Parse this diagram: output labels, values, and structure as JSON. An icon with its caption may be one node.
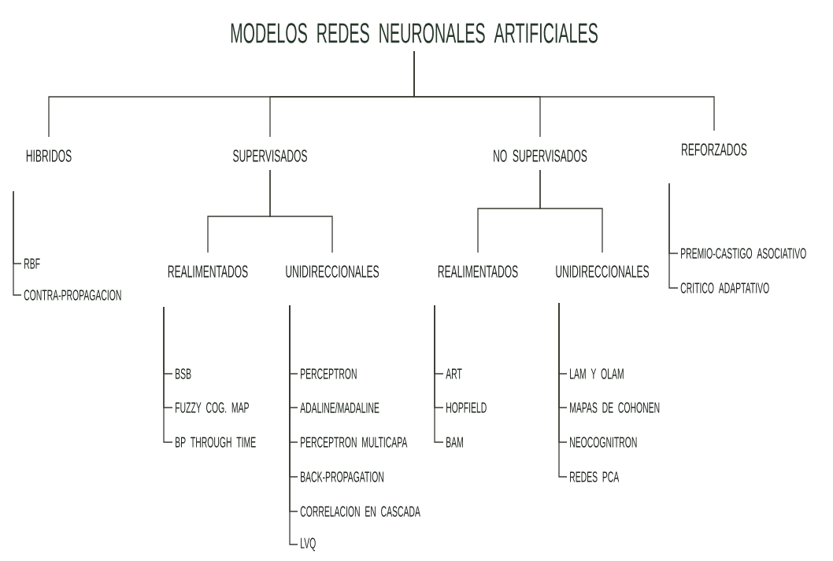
{
  "diagram": {
    "nodes": [
      {
        "text": [
          "MODELOS REDES NEURONALES ARTIFICIALES"
        ]
      },
      {
        "text": [
          "HIBRIDOS"
        ]
      },
      {
        "text": [
          "SUPERVISADOS"
        ]
      },
      {
        "text": [
          "NO SUPERVISADOS"
        ]
      },
      {
        "text": [
          "REFORZADOS"
        ]
      },
      {
        "text": [
          "RBF"
        ]
      },
      {
        "text": [
          "CONTRA-PROPAGACION"
        ]
      },
      {
        "text": [
          "REALIMENTADOS"
        ]
      },
      {
        "text": [
          "UNIDIRECCIONALES"
        ]
      },
      {
        "text": [
          "BSB"
        ]
      },
      {
        "text": [
          "FUZZY COG. MAP"
        ]
      },
      {
        "text": [
          "BP THROUGH TIME"
        ]
      },
      {
        "text": [
          "PERCEPTRON"
        ]
      },
      {
        "text": [
          "ADALINE/MADALINE"
        ]
      },
      {
        "text": [
          "PERCEPTRON MULTICAPA"
        ]
      },
      {
        "text": [
          "BACK-PROPAGATION"
        ]
      },
      {
        "text": [
          "CORRELACION EN CASCADA"
        ]
      },
      {
        "text": [
          "LVQ"
        ]
      },
      {
        "text": [
          "REALIMENTADOS"
        ]
      },
      {
        "text": [
          "UNIDIRECCIONALES"
        ]
      },
      {
        "text": [
          "ART"
        ]
      },
      {
        "text": [
          "HOPFIELD"
        ]
      },
      {
        "text": [
          "BAM"
        ]
      },
      {
        "text": [
          "LAM Y OLAM"
        ]
      },
      {
        "text": [
          "MAPAS DE COHONEN"
        ]
      },
      {
        "text": [
          "NEOCOGNITRON"
        ]
      },
      {
        "text": [
          "REDES PCA"
        ]
      },
      {
        "text": [
          "PREMIO-CASTIGO ASOCIATIVO"
        ]
      },
      {
        "text": [
          "CRITICO ADAPTATIVO"
        ]
      }
    ],
    "edges": [
      {
        "from": 0,
        "to": 1,
        "arrow": "none"
      },
      {
        "from": 0,
        "to": 2,
        "arrow": "none"
      },
      {
        "from": 0,
        "to": 3,
        "arrow": "none"
      },
      {
        "from": 0,
        "to": 4,
        "arrow": "none"
      },
      {
        "from": 1,
        "to": 5,
        "arrow": "none"
      },
      {
        "from": 1,
        "to": 6,
        "arrow": "none"
      },
      {
        "from": 2,
        "to": 7,
        "arrow": "none"
      },
      {
        "from": 2,
        "to": 8,
        "arrow": "none"
      },
      {
        "from": 7,
        "to": 9,
        "arrow": "none"
      },
      {
        "from": 7,
        "to": 10,
        "arrow": "none"
      },
      {
        "from": 7,
        "to": 11,
        "arrow": "none"
      },
      {
        "from": 8,
        "to": 12,
        "arrow": "none"
      },
      {
        "from": 8,
        "to": 13,
        "arrow": "none"
      },
      {
        "from": 8,
        "to": 14,
        "arrow": "none"
      },
      {
        "from": 8,
        "to": 15,
        "arrow": "none"
      },
      {
        "from": 8,
        "to": 16,
        "arrow": "none"
      },
      {
        "from": 8,
        "to": 17,
        "arrow": "none"
      },
      {
        "from": 3,
        "to": 18,
        "arrow": "none"
      },
      {
        "from": 3,
        "to": 19,
        "arrow": "none"
      },
      {
        "from": 18,
        "to": 20,
        "arrow": "none"
      },
      {
        "from": 18,
        "to": 21,
        "arrow": "none"
      },
      {
        "from": 18,
        "to": 22,
        "arrow": "none"
      },
      {
        "from": 19,
        "to": 23,
        "arrow": "none"
      },
      {
        "from": 19,
        "to": 24,
        "arrow": "none"
      },
      {
        "from": 19,
        "to": 25,
        "arrow": "none"
      },
      {
        "from": 19,
        "to": 26,
        "arrow": "none"
      },
      {
        "from": 4,
        "to": 27,
        "arrow": "none"
      },
      {
        "from": 4,
        "to": 28,
        "arrow": "none"
      }
    ]
  }
}
